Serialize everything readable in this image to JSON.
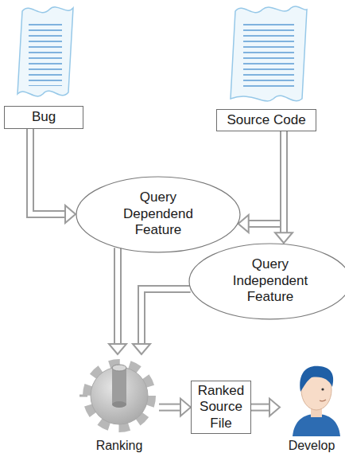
{
  "diagram": {
    "nodes": [
      {
        "text": [
          "Bug"
        ]
      },
      {
        "text": [
          "Source Code"
        ]
      },
      {
        "text": [
          "Query Dependend Feature"
        ]
      },
      {
        "text": [
          "Query Independent Feature"
        ]
      },
      {
        "text": [
          "Ranking"
        ]
      },
      {
        "text": [
          "Ranked Source File"
        ]
      },
      {
        "text": [
          "Develop"
        ]
      }
    ],
    "edges": [
      {
        "from": 0,
        "to": 2,
        "arrow": "to"
      },
      {
        "from": 1,
        "to": 2,
        "arrow": "to"
      },
      {
        "from": 1,
        "to": 3,
        "arrow": "to"
      },
      {
        "from": 2,
        "to": 4,
        "arrow": "to"
      },
      {
        "from": 3,
        "to": 4,
        "arrow": "to"
      },
      {
        "from": 4,
        "to": 5,
        "arrow": "to"
      },
      {
        "from": 5,
        "to": 6,
        "arrow": "to"
      }
    ]
  }
}
